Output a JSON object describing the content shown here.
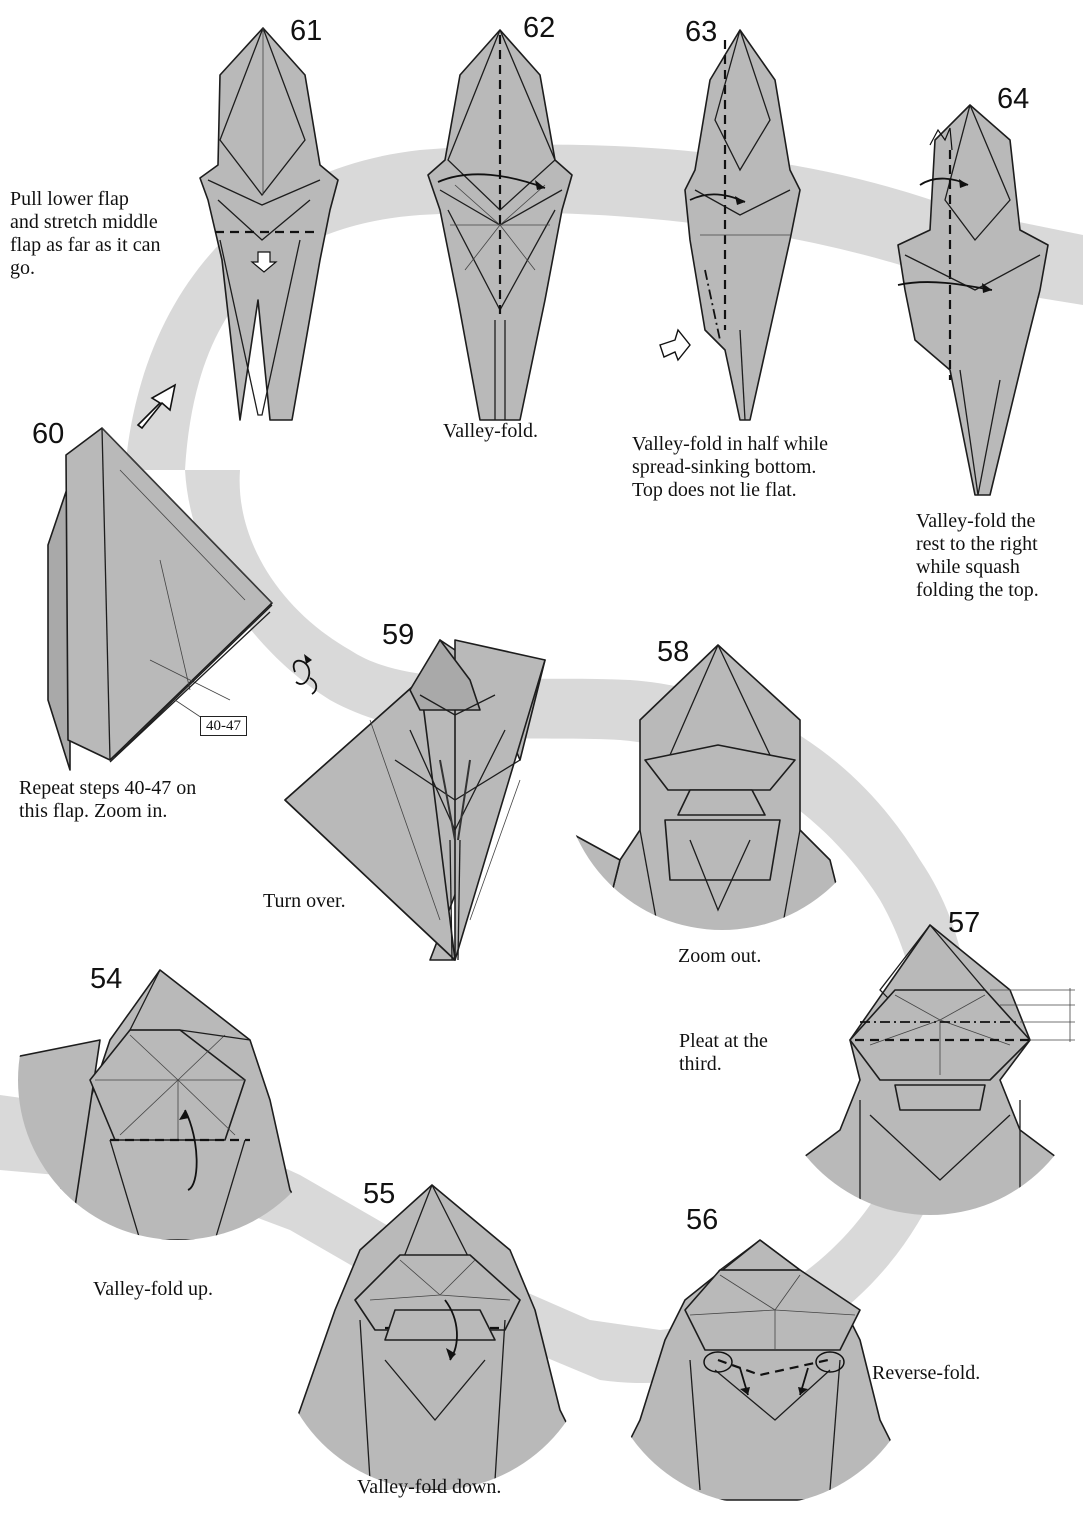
{
  "steps": [
    {
      "number": "54",
      "caption": "Valley-fold up."
    },
    {
      "number": "55",
      "caption": "Valley-fold down."
    },
    {
      "number": "56",
      "caption": "Reverse-fold."
    },
    {
      "number": "57",
      "caption": "Pleat at the\n third."
    },
    {
      "number": "58",
      "caption": "Zoom out."
    },
    {
      "number": "59",
      "caption": "Turn over."
    },
    {
      "number": "60",
      "caption": "Repeat steps 40-47 on\nthis flap. Zoom in.",
      "reference": "40-47"
    },
    {
      "number": "61",
      "caption": "Pull lower flap\nand stretch middle\nflap as far as it can\ngo."
    },
    {
      "number": "62",
      "caption": "Valley-fold."
    },
    {
      "number": "63",
      "caption": "Valley-fold in half while\nspread-sinking bottom.\nTop does not lie flat."
    },
    {
      "number": "64",
      "caption": "Valley-fold the\nrest to the right\nwhile squash\nfolding the top."
    }
  ],
  "colors": {
    "paper": "#b9b9b9",
    "ribbon": "#d9d9d9",
    "line": "#1d1d1d"
  },
  "icons": [
    "turn-over-icon",
    "zoom-arrow-icon",
    "sink-arrow-icon",
    "pull-arrow-icon"
  ]
}
